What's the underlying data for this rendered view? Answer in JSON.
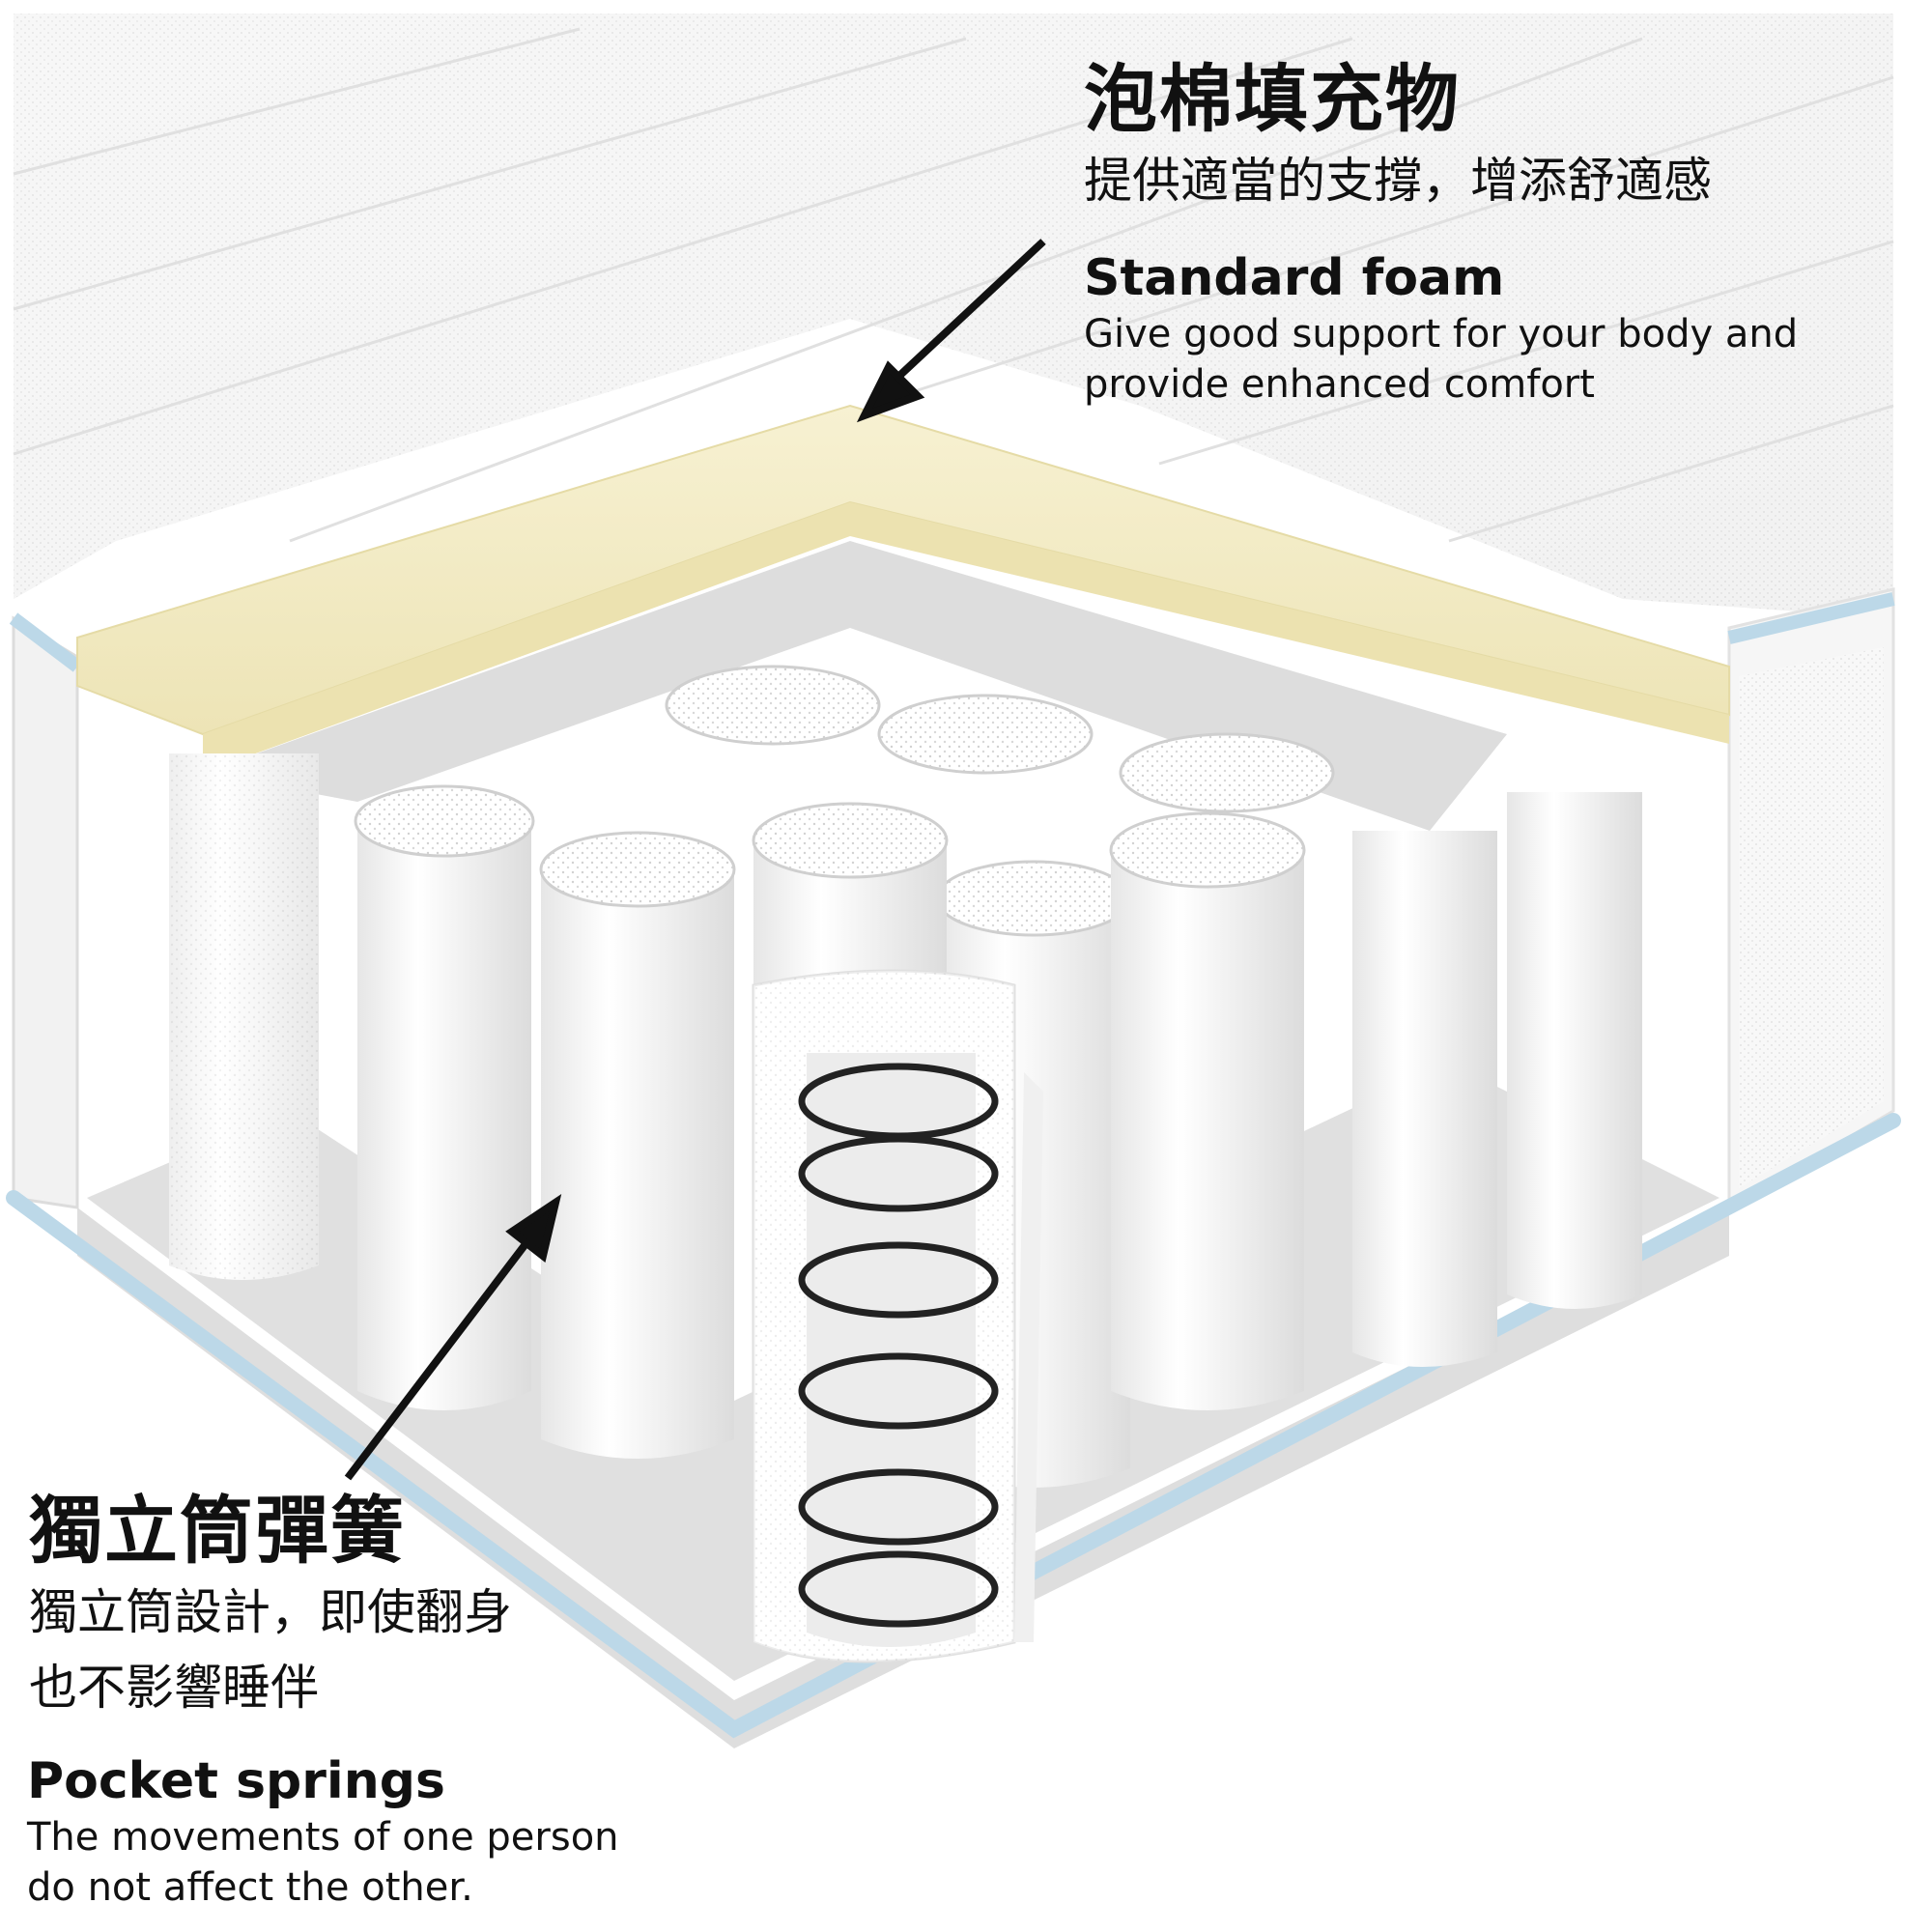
{
  "foam": {
    "title_zh": "泡棉填充物",
    "desc_zh": "提供適當的支撐，增添舒適感",
    "title_en": "Standard foam",
    "desc_en_line1": "Give good support for your body and",
    "desc_en_line2": "provide enhanced comfort"
  },
  "springs": {
    "title_zh": "獨立筒彈簧",
    "desc_zh_line1": "獨立筒設計，即使翻身",
    "desc_zh_line2": "也不影響睡伴",
    "title_en": "Pocket springs",
    "desc_en_line1": "The movements of one person",
    "desc_en_line2": "do not affect the other."
  },
  "colors": {
    "fabric": "#f1f1f1",
    "foam": "#f3ecc6",
    "felt": "#dcdcdc",
    "piping": "#bcd8e8",
    "spring": "#222222",
    "text": "#111111"
  },
  "icons": [
    "arrow-icon",
    "coil-spring-icon"
  ]
}
